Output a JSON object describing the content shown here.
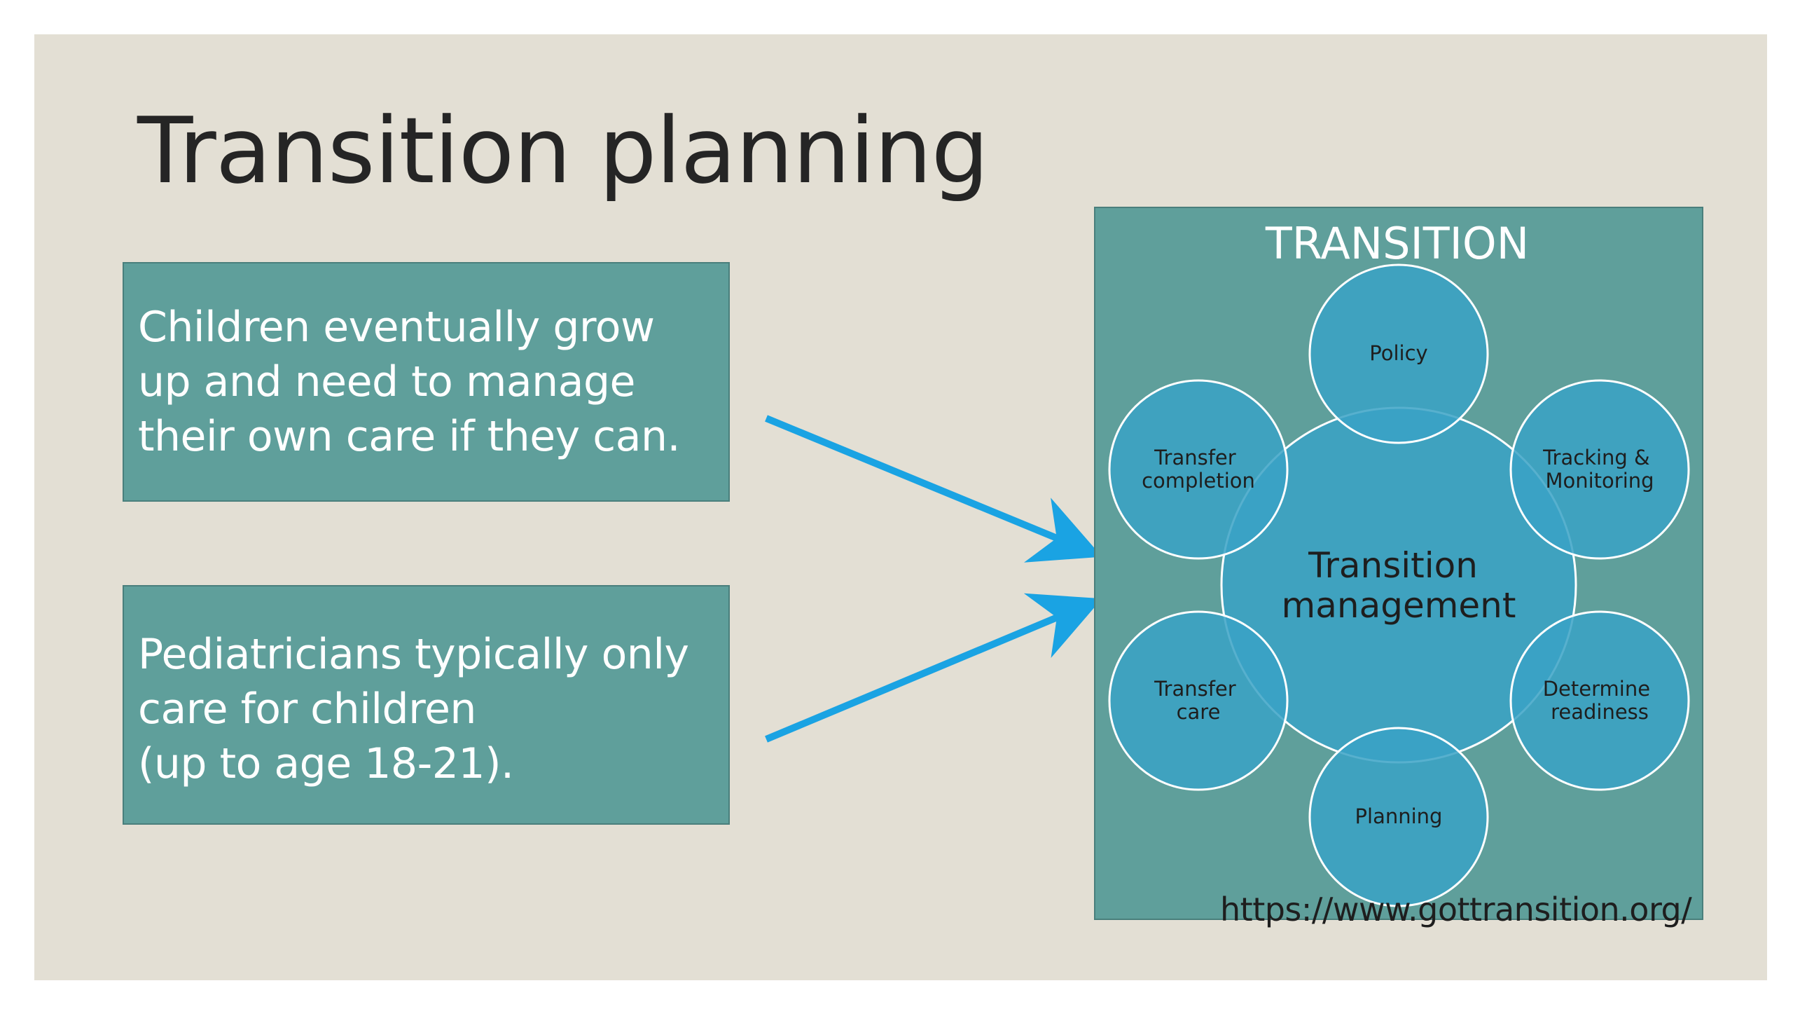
{
  "slide": {
    "title": "Transition planning",
    "boxes": [
      {
        "lines": [
          "Children eventually grow",
          "up and need to manage",
          "their own care if they can."
        ]
      },
      {
        "lines": [
          "Pediatricians typically only",
          "care for children",
          "(up to age 18-21)."
        ]
      }
    ],
    "source_url": "https://www.gottransition.org/"
  },
  "diagram": {
    "header": "TRANSITION",
    "center": [
      "Transition",
      "management"
    ],
    "satellites": [
      {
        "id": "policy",
        "lines": [
          "Policy"
        ]
      },
      {
        "id": "tracking-monitoring",
        "lines": [
          "Tracking &",
          "Monitoring"
        ]
      },
      {
        "id": "determine-readiness",
        "lines": [
          "Determine",
          "readiness"
        ]
      },
      {
        "id": "planning",
        "lines": [
          "Planning"
        ]
      },
      {
        "id": "transfer-care",
        "lines": [
          "Transfer",
          "care"
        ]
      },
      {
        "id": "transfer-completion",
        "lines": [
          "Transfer",
          "completion"
        ]
      }
    ]
  },
  "colors": {
    "slide_bg": "#e3dfd4",
    "box_fill": "#5f9f9b",
    "circle_fill": "#3aa2c5",
    "circle_stroke": "#ffffff",
    "arrow": "#1aa3e3",
    "title_text": "#252525"
  }
}
